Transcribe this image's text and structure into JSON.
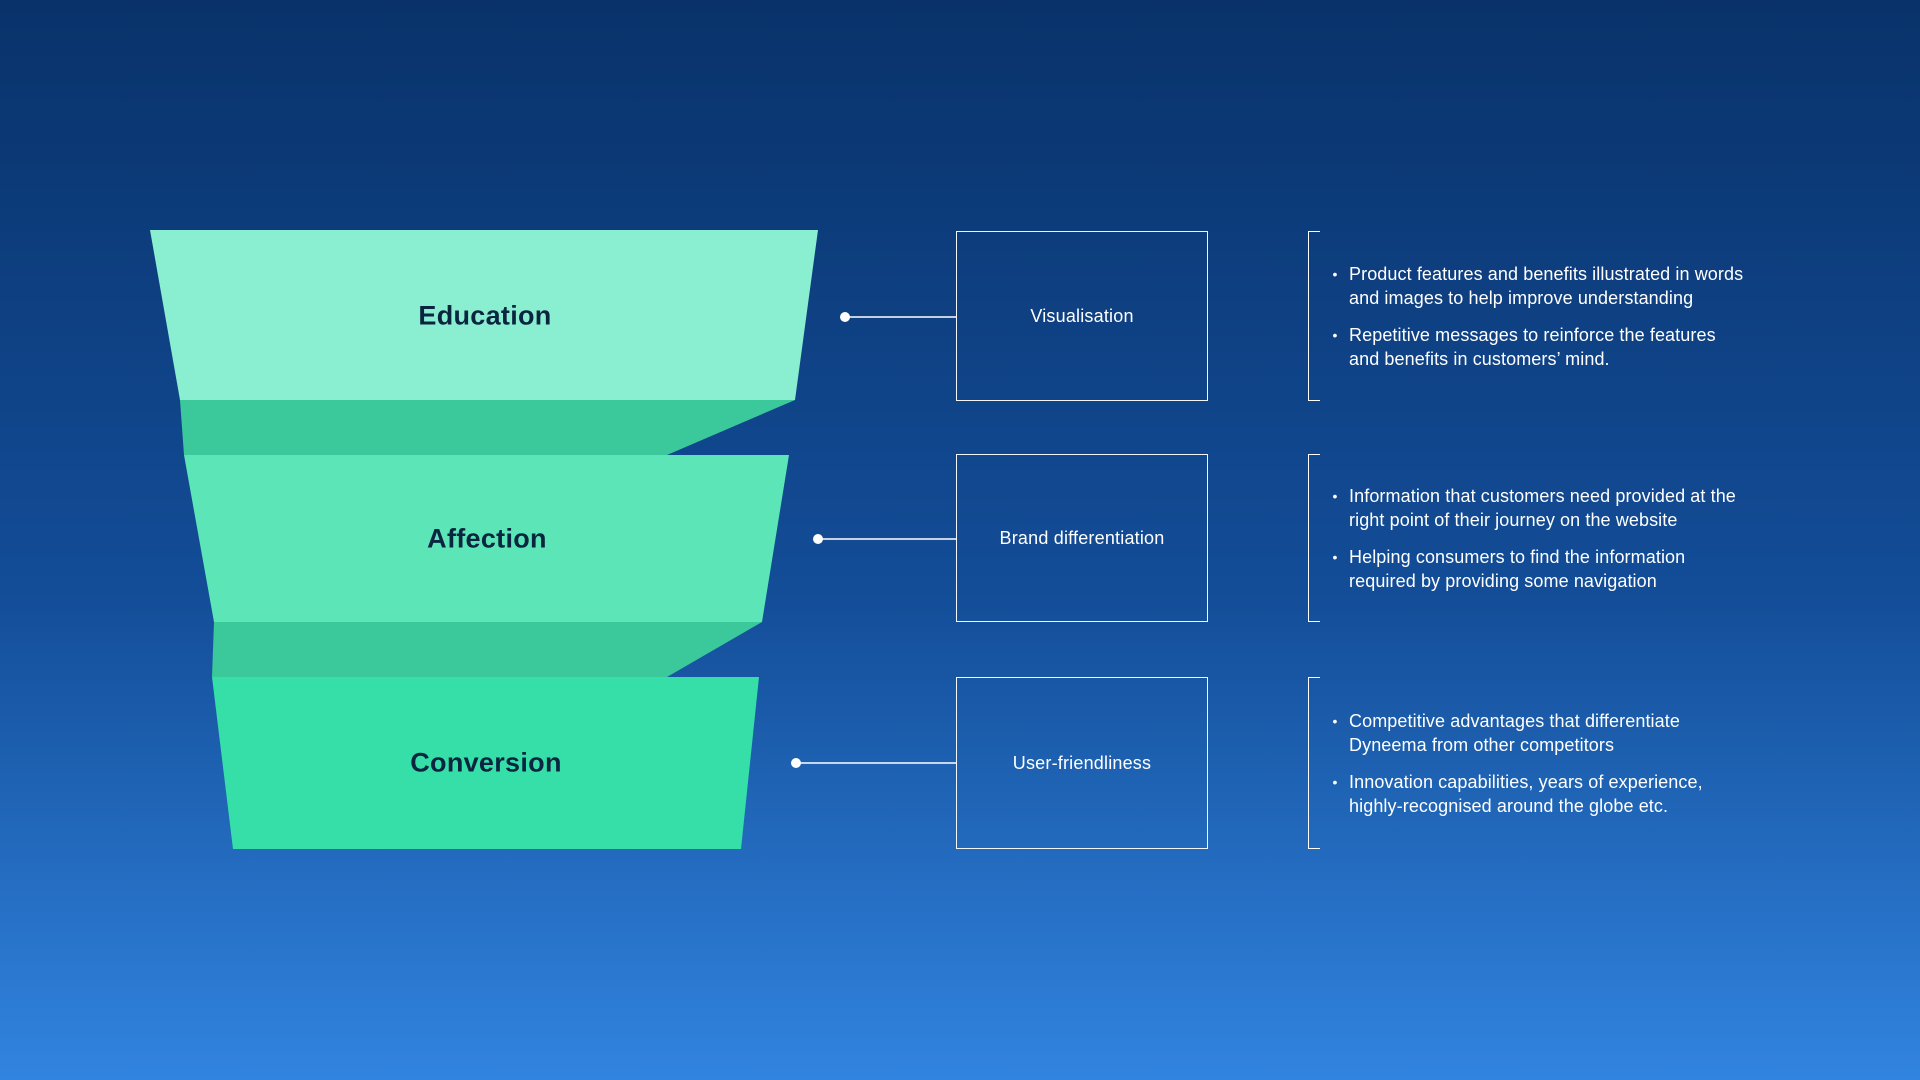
{
  "colors": {
    "bg_top": "#09326A",
    "bg_mid": "#134D98",
    "bg_bottom": "#3184DF",
    "stage_education": "#8AEFD0",
    "stage_affection": "#5CE5B6",
    "stage_conversion": "#36DEA8",
    "fold": "#3BC99C",
    "label_text": "#0A2540",
    "line": "#FFFFFF"
  },
  "ui": {
    "bullet_marker": "•"
  },
  "funnel": {
    "stages": [
      {
        "label": "Education"
      },
      {
        "label": "Affection"
      },
      {
        "label": "Conversion"
      }
    ]
  },
  "groups": [
    {
      "box_label": "Visualisation",
      "bullets": [
        "Product features and benefits illustrated in words and images to help improve understanding",
        "Repetitive messages to reinforce the features and benefits in customers’ mind."
      ]
    },
    {
      "box_label": "Brand differentiation",
      "bullets": [
        "Information that customers need provided at the right point of their journey on the website",
        "Helping consumers to find the information required by providing some navigation"
      ]
    },
    {
      "box_label": "User-friendliness",
      "bullets": [
        "Competitive advantages that differentiate Dyneema from other competitors",
        "Innovation capabilities, years of experience, highly-recognised around the globe etc."
      ]
    }
  ]
}
